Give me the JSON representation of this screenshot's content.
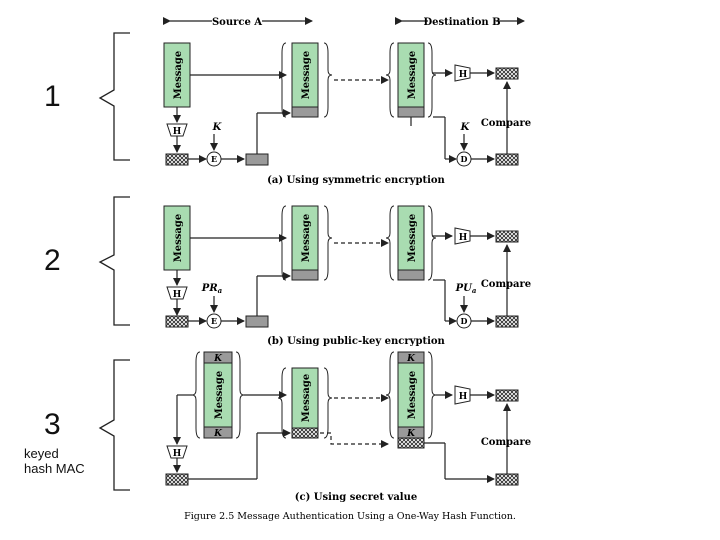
{
  "header": {
    "source": "Source A",
    "destination": "Destination B"
  },
  "labels": {
    "message": "Message",
    "hash": "H",
    "encrypt": "E",
    "decrypt": "D",
    "compare": "Compare",
    "key": "K",
    "private_key": "PR",
    "private_key_sub": "a",
    "public_key": "PU",
    "public_key_sub": "a"
  },
  "captions": {
    "a": "(a) Using symmetric encryption",
    "b": "(b) Using public-key encryption",
    "c": "(c) Using secret value",
    "figure": "Figure 2.5  Message Authentication Using a One-Way Hash Function."
  },
  "annotations": {
    "n1": "1",
    "n2": "2",
    "n3": "3",
    "keyed_line1": "keyed",
    "keyed_line2": "hash MAC"
  },
  "colors": {
    "message_fill": "#a9dcb1",
    "gray_block": "#9a9a9a",
    "line": "#222222"
  }
}
